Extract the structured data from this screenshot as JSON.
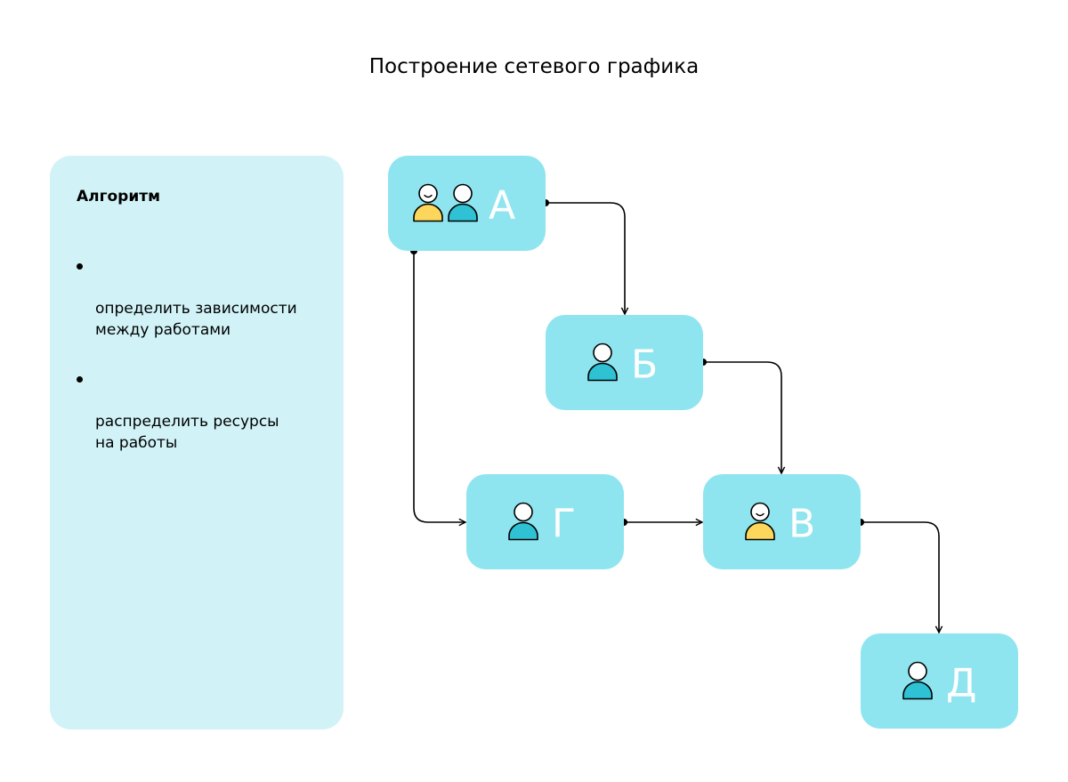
{
  "title": "Построение сетевого графика",
  "algorithm": {
    "heading": "Алгоритм",
    "steps": [
      "определить зависимости\nмежду работами",
      "распределить ресурсы\nна работы"
    ]
  },
  "nodes": [
    {
      "id": "A",
      "label": "А",
      "people": [
        "yellow",
        "teal"
      ]
    },
    {
      "id": "B",
      "label": "Б",
      "people": [
        "teal"
      ]
    },
    {
      "id": "G",
      "label": "Г",
      "people": [
        "teal"
      ]
    },
    {
      "id": "V",
      "label": "В",
      "people": [
        "yellow"
      ]
    },
    {
      "id": "D",
      "label": "Д",
      "people": [
        "teal"
      ]
    }
  ],
  "edges": [
    {
      "from": "A",
      "to": "B"
    },
    {
      "from": "A",
      "to": "G"
    },
    {
      "from": "B",
      "to": "V"
    },
    {
      "from": "G",
      "to": "V"
    },
    {
      "from": "V",
      "to": "D"
    }
  ],
  "colors": {
    "node_fill": "#8fe5ef",
    "panel_fill": "#d1f3f7",
    "person_yellow": "#fdd75b",
    "person_teal": "#2ec2d4",
    "line": "#000000"
  }
}
